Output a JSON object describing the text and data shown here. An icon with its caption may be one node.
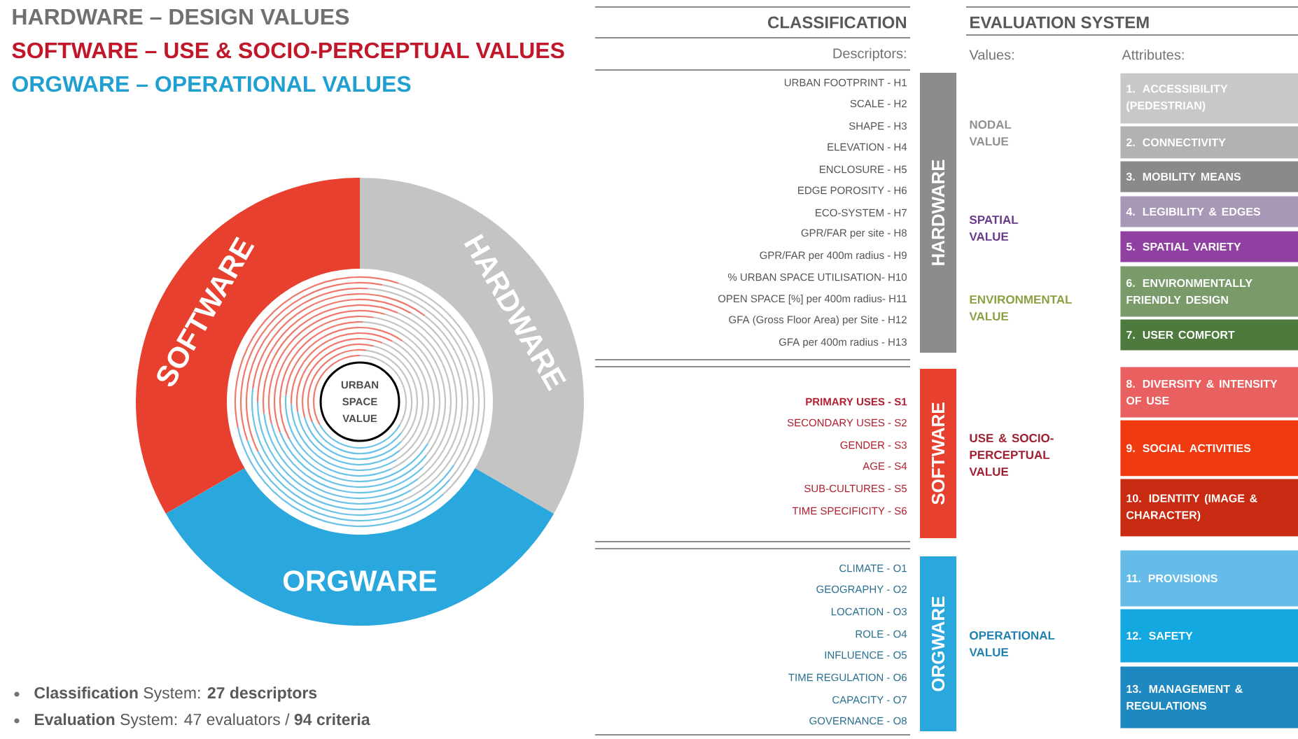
{
  "diagram": {
    "nodes": [
      {
        "text": [
          "SOFTWARE"
        ]
      },
      {
        "text": [
          "HARDWARE"
        ]
      },
      {
        "text": [
          "ORGWARE"
        ]
      },
      {
        "text": [
          "URBAN SPACE VALUE"
        ]
      },
      {
        "text": [
          "HARDWARE"
        ]
      },
      {
        "text": [
          "SOFTWARE"
        ]
      },
      {
        "text": [
          "ORGWARE"
        ]
      },
      {
        "text": [
          "1. ACCESSIBILITY (PEDESTRIAN)"
        ]
      },
      {
        "text": [
          "2. CONNECTIVITY"
        ]
      },
      {
        "text": [
          "3. MOBILITY MEANS"
        ]
      },
      {
        "text": [
          "4. LEGIBILITY & EDGES"
        ]
      },
      {
        "text": [
          "5. SPATIAL VARIETY"
        ]
      },
      {
        "text": [
          "6. ENVIRONMENTALLY FRIENDLY DESIGN"
        ]
      },
      {
        "text": [
          "7. USER COMFORT"
        ]
      },
      {
        "text": [
          "8. DIVERSITY & INTENSITY OF USE"
        ]
      },
      {
        "text": [
          "9. SOCIAL ACTIVITIES"
        ]
      },
      {
        "text": [
          "10. IDENTITY (IMAGE & CHARACTER)"
        ]
      },
      {
        "text": [
          "11. PROVISIONS"
        ]
      },
      {
        "text": [
          "12. SAFETY"
        ]
      },
      {
        "text": [
          "13. MANAGEMENT & REGULATIONS"
        ]
      }
    ],
    "labels": [
      "HARDWARE – DESIGN VALUES",
      "SOFTWARE – USE & SOCIO-PERCEPTUAL VALUES",
      "ORGWARE – OPERATIONAL VALUES",
      "CLASSIFICATION",
      "EVALUATION SYSTEM",
      "Descriptors:",
      "Values:",
      "Attributes:",
      "URBAN FOOTPRINT - H1",
      "SCALE - H2",
      "SHAPE - H3",
      "ELEVATION - H4",
      "ENCLOSURE - H5",
      "EDGE POROSITY - H6",
      "ECO-SYSTEM - H7",
      "GPR/FAR per site - H8",
      "GPR/FAR per 400m radius - H9",
      "% URBAN SPACE UTILISATION- H10",
      "OPEN SPACE [%] per 400m radius- H11",
      "GFA (Gross Floor Area) per Site - H12",
      "GFA per 400m radius - H13",
      "NODAL VALUE",
      "SPATIAL VALUE",
      "ENVIRONMENTAL VALUE",
      "PRIMARY USES - S1",
      "SECONDARY USES - S2",
      "GENDER - S3",
      "AGE - S4",
      "SUB-CULTURES - S5",
      "TIME SPECIFICITY - S6",
      "USE & SOCIO-PERCEPTUAL VALUE",
      "CLIMATE - O1",
      "GEOGRAPHY - O2",
      "LOCATION - O3",
      "ROLE - O4",
      "INFLUENCE - O5",
      "TIME REGULATION - O6",
      "CAPACITY - O7",
      "GOVERNANCE - O8",
      "OPERATIONAL VALUE",
      "**Classification** System: **27 descriptors**",
      "**Evaluation** System: 47 evaluators / **94 criteria**"
    ]
  }
}
